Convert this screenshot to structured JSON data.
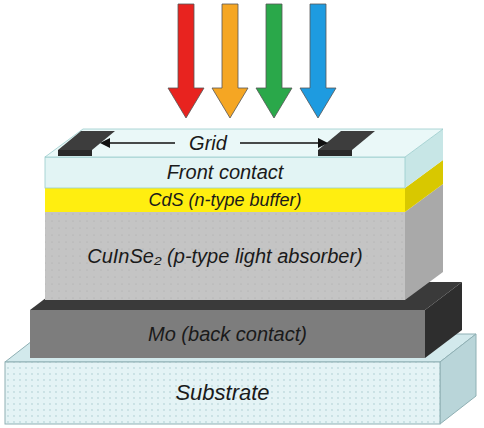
{
  "diagram": {
    "nodes": [
      {
        "text": [
          "Front contact"
        ]
      },
      {
        "text": [
          "CdS (n-type buffer)"
        ]
      },
      {
        "text": [
          "CuInSe₂ (p-type light absorber)"
        ]
      },
      {
        "text": [
          "Mo (back contact)"
        ]
      },
      {
        "text": [
          "Substrate"
        ]
      }
    ],
    "labels": [
      "Grid"
    ]
  }
}
